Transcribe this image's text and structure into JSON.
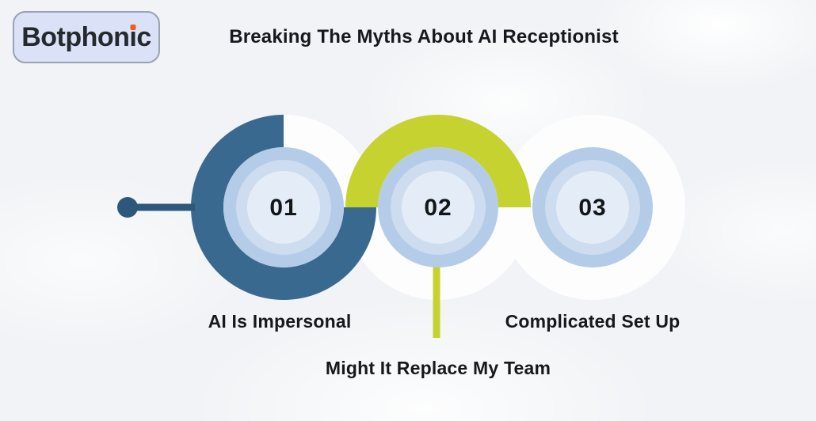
{
  "logo": {
    "text_before_i": "Botphon",
    "dotless_i": "ı",
    "text_after_i": "c"
  },
  "header": {
    "title": "Breaking The Myths About AI Receptionist"
  },
  "steps": [
    {
      "number": "01",
      "label": "AI Is Impersonal",
      "arc_color": "#3a698f",
      "arc_shape": "three-quarter-ring"
    },
    {
      "number": "02",
      "label": "Might It Replace My Team",
      "arc_color": "#c6d22f",
      "arc_shape": "top-half-ring"
    },
    {
      "number": "03",
      "label": "Complicated Set Up",
      "arc_color": "",
      "arc_shape": "none"
    }
  ],
  "colors": {
    "background": "#f1f3f6",
    "dark_blue": "#3a698f",
    "connector_blue": "#2d587b",
    "yellow_green": "#c6d22f",
    "ring_outer": "#b4cce7",
    "ring_mid": "#cddcee",
    "ring_inner": "#e4edf7",
    "halo_white": "#fdfdfe",
    "text_dark": "#16181b",
    "logo_bg": "#dbe2f8",
    "logo_border": "#99a1b4",
    "logo_dot_orange": "#f6591d"
  }
}
